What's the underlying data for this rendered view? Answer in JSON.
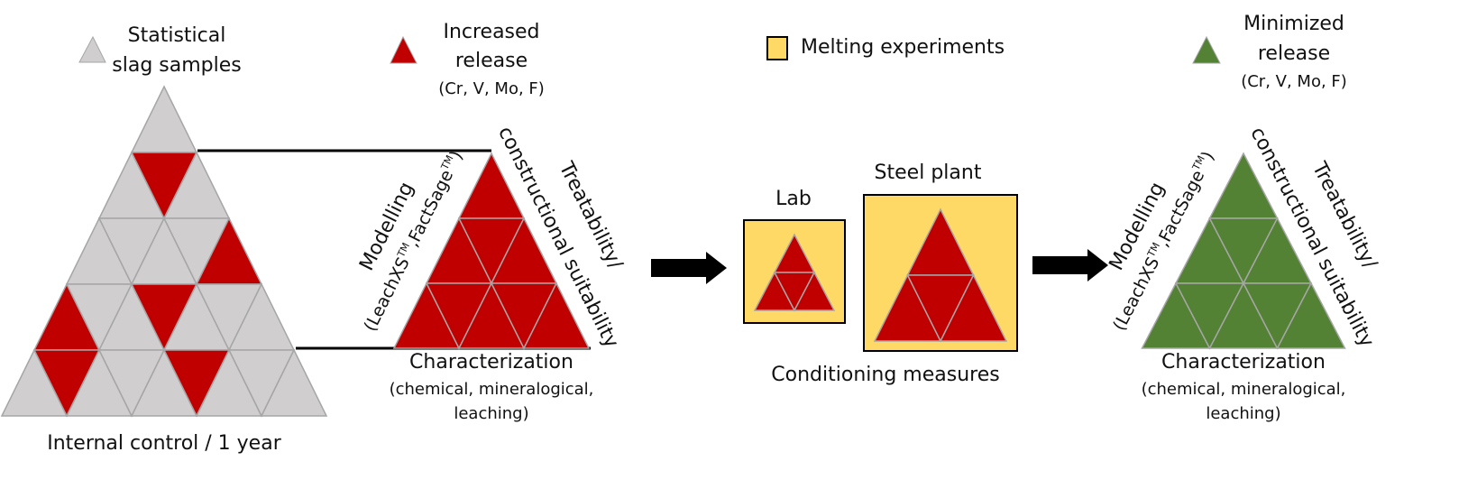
{
  "colors": {
    "gray": "#d0cece",
    "red": "#c00000",
    "green": "#548235",
    "yellow": "#ffd966",
    "grid_line": "#a6a6a6",
    "black": "#000000"
  },
  "legend": {
    "statistical": {
      "icon": "gray-triangle-icon",
      "line1": "Statistical",
      "line2": "slag samples"
    },
    "increased": {
      "icon": "red-triangle-icon",
      "line1": "Increased",
      "line2": "release",
      "line3": "(Cr, V, Mo, F)"
    },
    "melting": {
      "icon": "yellow-square-icon",
      "label": "Melting experiments"
    },
    "minimized": {
      "icon": "green-triangle-icon",
      "line1": "Minimized",
      "line2": "release",
      "line3": "(Cr, V, Mo, F)"
    }
  },
  "left_pyramid": {
    "caption": "Internal control / 1 year",
    "rows": 5,
    "red_cells": [
      {
        "row": 1,
        "index": 1
      },
      {
        "row": 2,
        "index": 4
      },
      {
        "row": 3,
        "index": 0
      },
      {
        "row": 3,
        "index": 3
      },
      {
        "row": 4,
        "index": 1
      },
      {
        "row": 4,
        "index": 5
      }
    ]
  },
  "triangle_labels": {
    "left_side_line1": "Modelling",
    "left_side_line2_a": "(LeachXS",
    "left_side_tm": "TM",
    "left_side_line2_b": ",FactSage",
    "left_side_line2_c": ")",
    "right_side_line1": "Treatability/",
    "right_side_line2": "constructional suitability",
    "bottom_line1": "Characterization",
    "bottom_line2": "(chemical, mineralogical,",
    "bottom_line3": "leaching)"
  },
  "conditioning": {
    "lab_label": "Lab",
    "plant_label": "Steel plant",
    "caption": "Conditioning measures"
  },
  "arrows": [
    {
      "name": "arrow-to-conditioning",
      "icon": "right-arrow-icon"
    },
    {
      "name": "arrow-to-result",
      "icon": "right-arrow-icon"
    }
  ]
}
